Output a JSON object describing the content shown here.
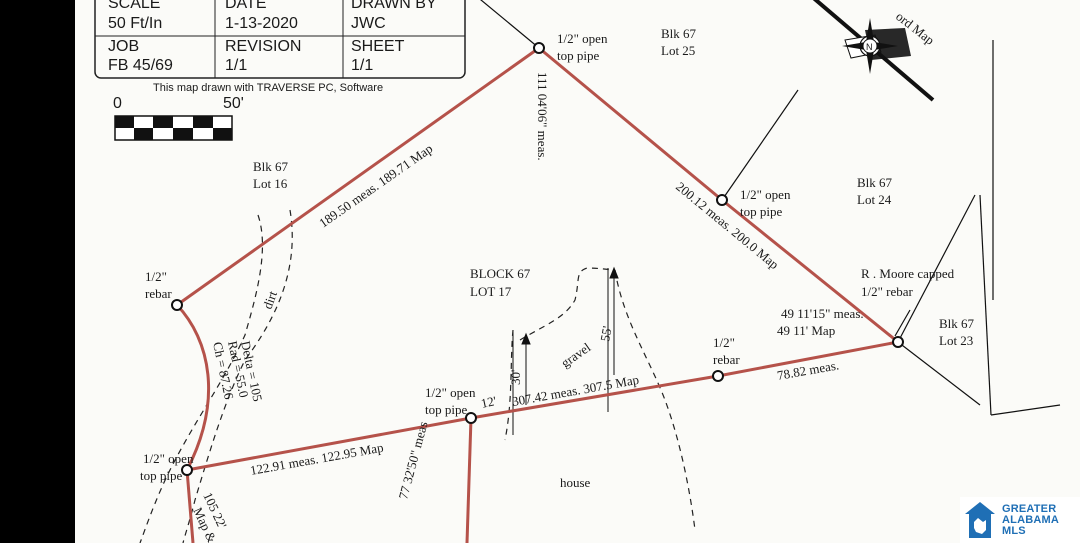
{
  "title_block": {
    "scale_header": "SCALE",
    "scale_value": "50 Ft/In",
    "date_header": "DATE",
    "date_value": "1-13-2020",
    "drawn_by_header": "DRAWN BY",
    "drawn_by_value": "JWC",
    "job_header": "JOB",
    "job_value": "FB 45/69",
    "revision_header": "REVISION",
    "revision_value": "1/1",
    "sheet_header": "SHEET",
    "sheet_value": "1/1",
    "software_note": "This map drawn with TRAVERSE PC, Software"
  },
  "scale_bar": {
    "start_label": "0",
    "end_label": "50'"
  },
  "north_arrow": {
    "label": "N",
    "ref_text": "ord Map"
  },
  "lots": {
    "blk67_lot25": [
      "Blk 67",
      "Lot 25"
    ],
    "blk67_lot16": [
      "Blk 67",
      "Lot 16"
    ],
    "blk67_lot24": [
      "Blk 67",
      "Lot 24"
    ],
    "blk67_lot23": [
      "Blk 67",
      "Lot 23"
    ],
    "block67_lot17": [
      "BLOCK 67",
      "LOT 17"
    ]
  },
  "monuments": {
    "top_pipe": [
      "1/2\" open",
      "top pipe"
    ],
    "right_pipe": [
      "1/2\" open",
      "top pipe"
    ],
    "left_rebar": [
      "1/2\"",
      "rebar"
    ],
    "mid_rebar": [
      "1/2\"",
      "rebar"
    ],
    "moore": [
      "R . Moore capped",
      "1/2\" rebar"
    ],
    "center_pipe": [
      "1/2\" open",
      "top pipe"
    ],
    "bottom_left_pipe": [
      "1/2\" open",
      "top pipe"
    ]
  },
  "dimensions": {
    "nw_line": "189.50 meas. 189.71 Map",
    "ne_line": "200.12 meas. 200.0 Map",
    "top_angle": "111 04'06\" meas.",
    "right_angle_meas": "49 11'15\" meas.",
    "right_angle_map": "49 11' Map",
    "south_right": "78.82 meas.",
    "south_mid": "307.42 meas. 307.5 Map",
    "south_left": "122.91 meas. 122.95 Map",
    "center_angle": "77 32'50\" meas",
    "bottom_left_angle": "105 22'",
    "bottom_left_map": "Map &",
    "curve_delta": "Delta = 105",
    "curve_rad": "Rad = 55.0",
    "curve_ch": "Ch = 87.26",
    "dim_12": "12'",
    "dim_30": "30'",
    "dim_55": "55'"
  },
  "features": {
    "dirt": "dirt",
    "gravel": "gravel",
    "house": "house"
  },
  "logo": {
    "line1": "GREATER",
    "line2": "ALABAMA",
    "line3": "MLS"
  },
  "colors": {
    "boundary": "#b5524a",
    "ink": "#1a1a1a",
    "logo_blue": "#1f6fb5"
  }
}
